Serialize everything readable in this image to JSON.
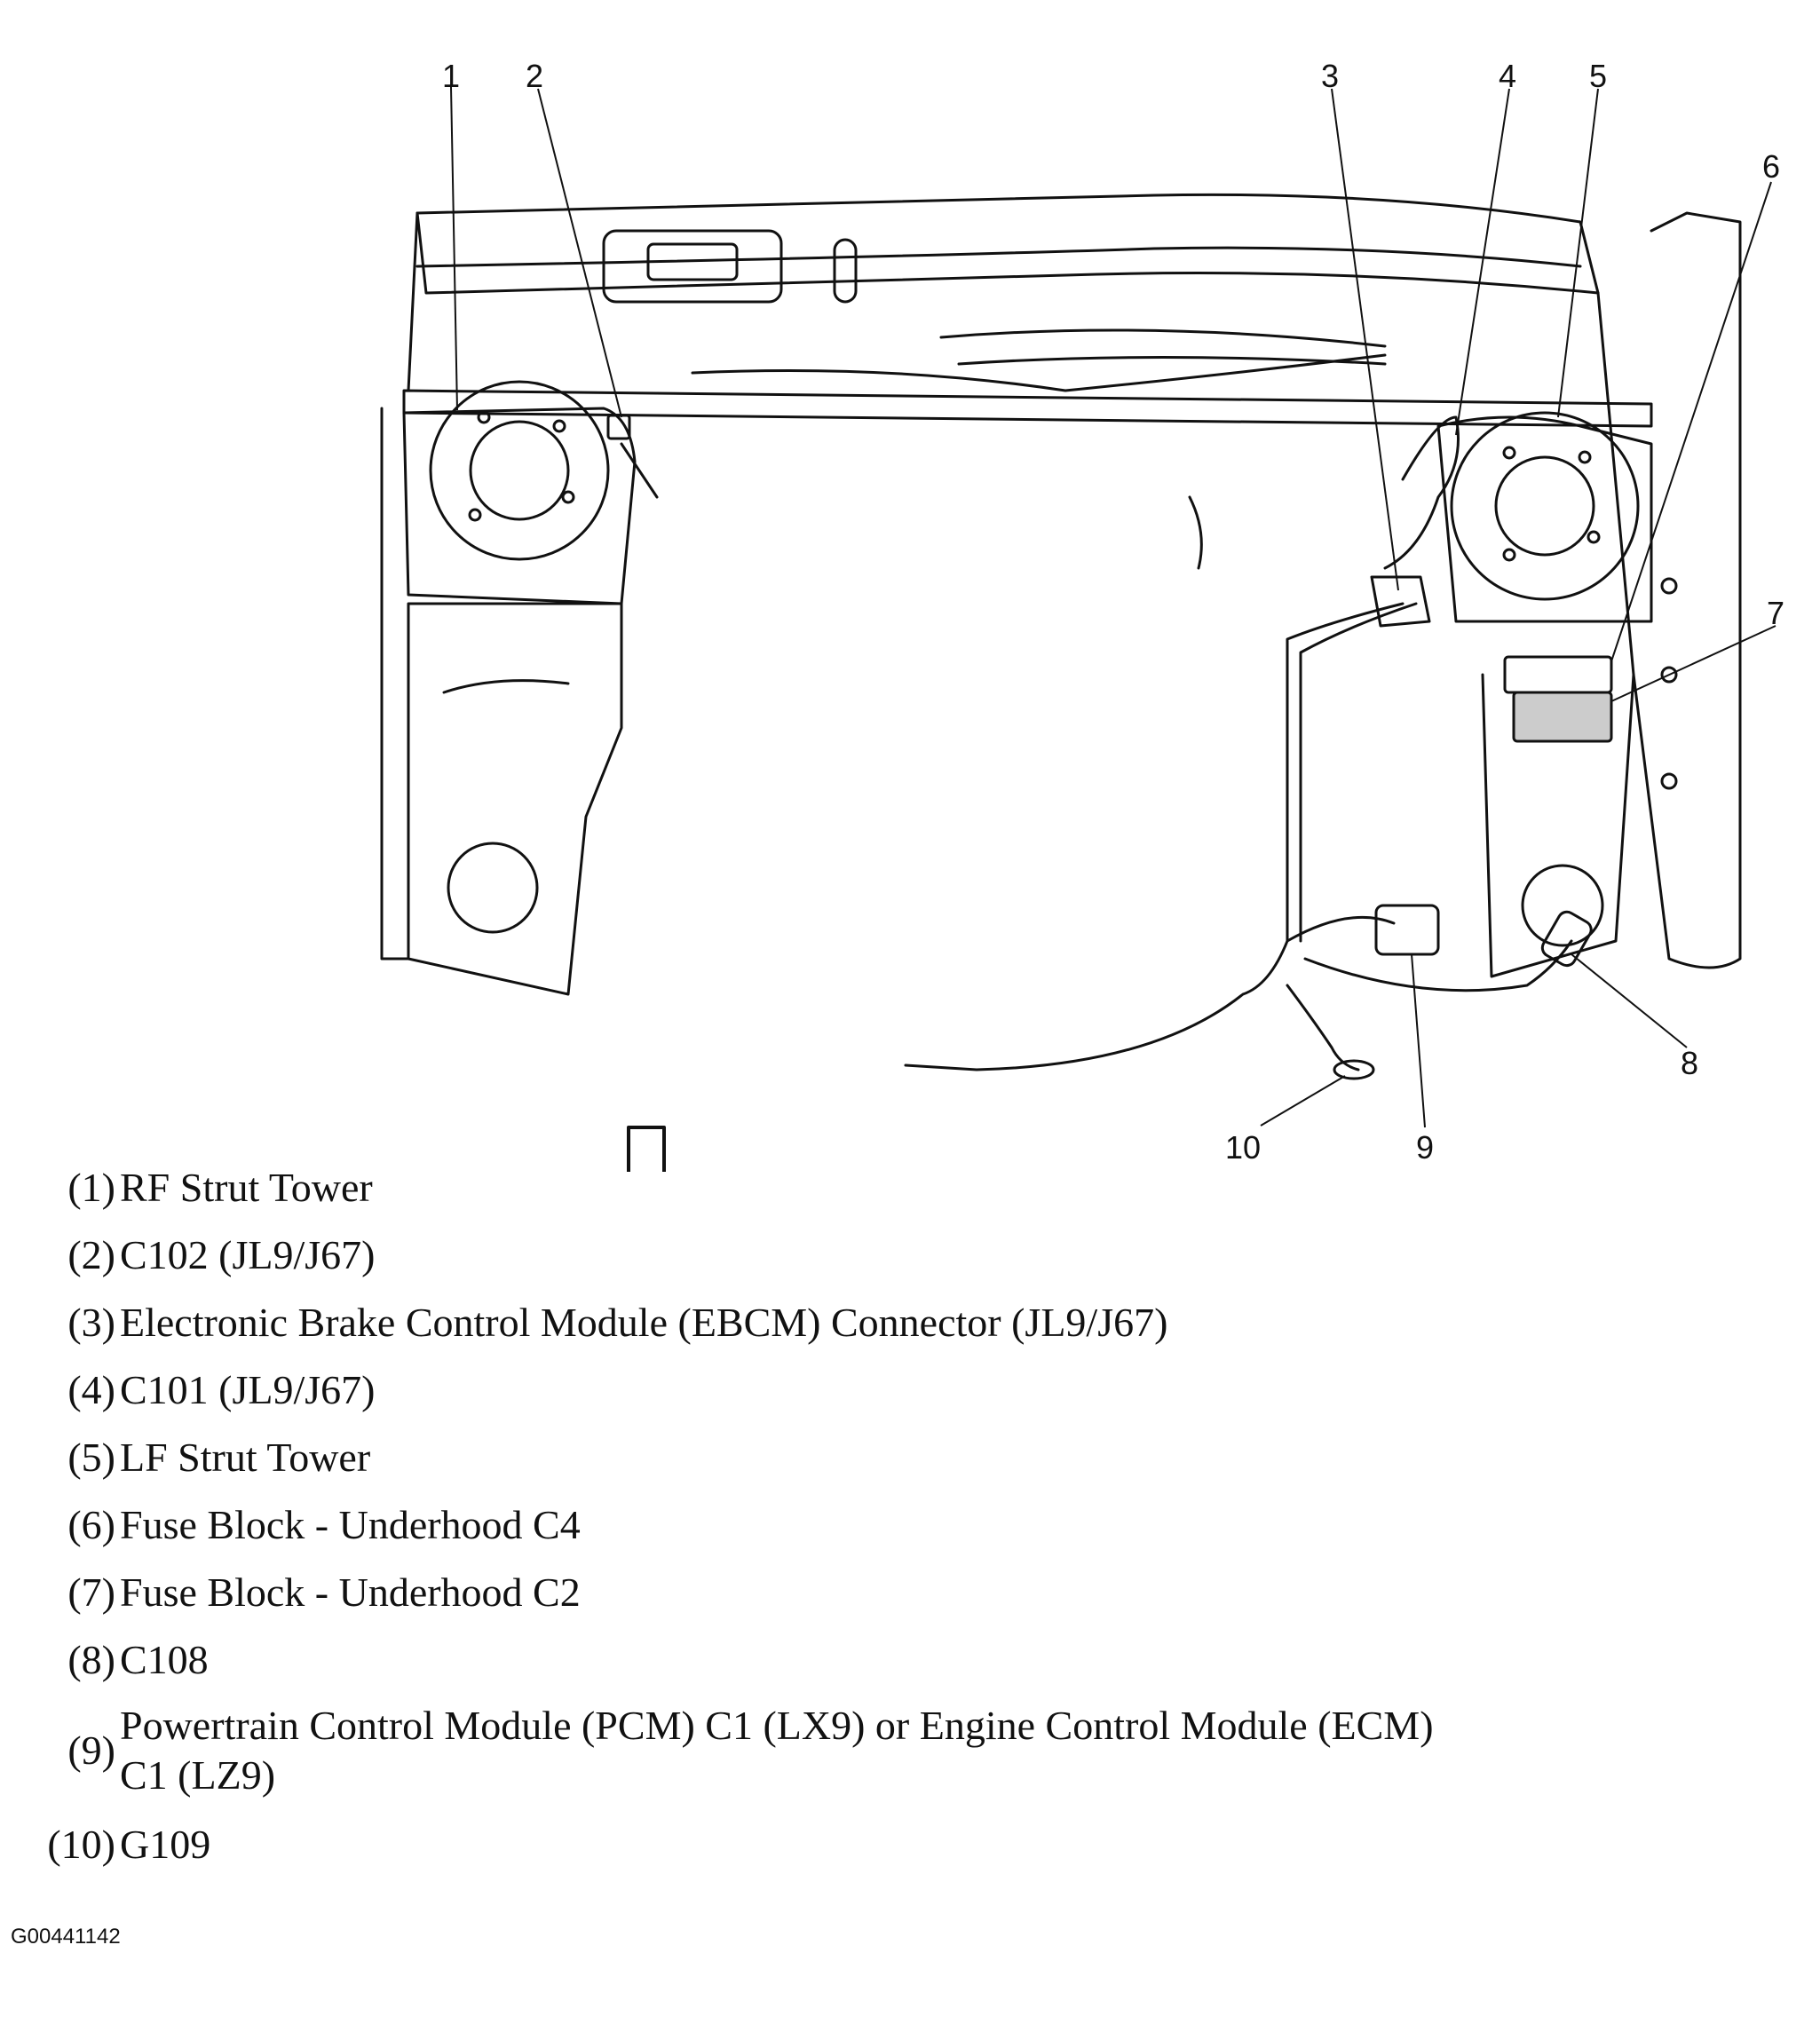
{
  "callouts": [
    "1",
    "2",
    "3",
    "4",
    "5",
    "6",
    "7",
    "8",
    "9",
    "10"
  ],
  "legend": [
    {
      "num": "(1)",
      "text": "RF Strut Tower"
    },
    {
      "num": "(2)",
      "text": "C102 (JL9/J67)"
    },
    {
      "num": "(3)",
      "text": "Electronic Brake Control Module (EBCM) Connector (JL9/J67)"
    },
    {
      "num": "(4)",
      "text": "C101 (JL9/J67)"
    },
    {
      "num": "(5)",
      "text": "LF Strut Tower"
    },
    {
      "num": "(6)",
      "text": "Fuse Block - Underhood C4"
    },
    {
      "num": "(7)",
      "text": "Fuse Block - Underhood C2"
    },
    {
      "num": "(8)",
      "text": "C108"
    },
    {
      "num": "(9)",
      "text": "Powertrain Control Module (PCM) C1 (LX9) or Engine Control Module (ECM)\nC1 (LZ9)"
    },
    {
      "num": "(10)",
      "text": "G109"
    }
  ],
  "figure_id": "G00441142"
}
